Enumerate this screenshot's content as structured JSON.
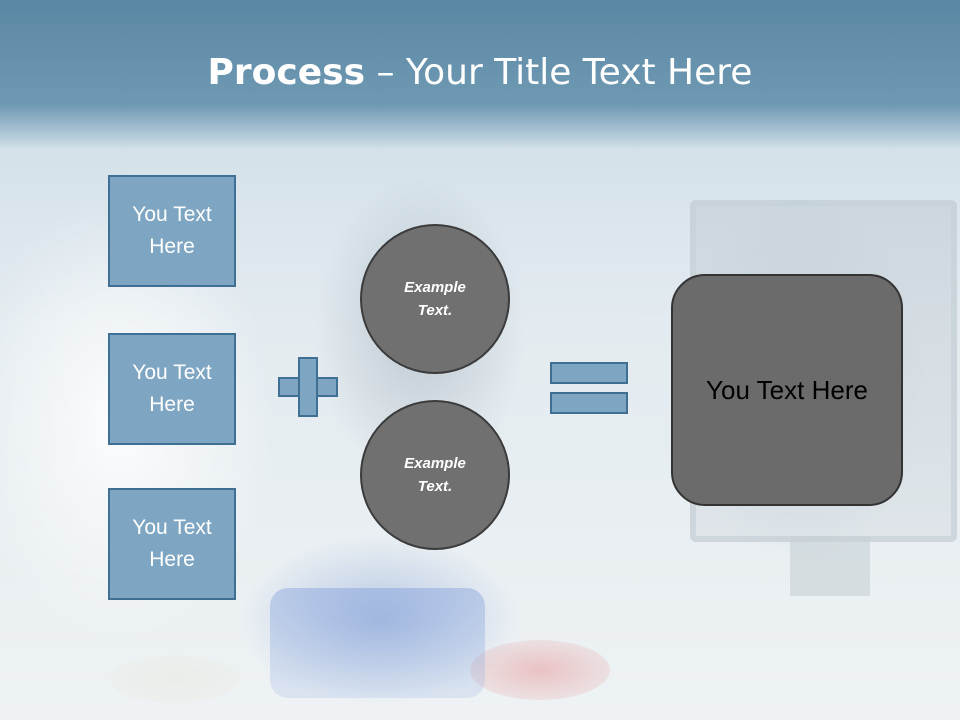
{
  "slide": {
    "title_bold": "Process",
    "title_rest": " – Your Title Text Here",
    "left_boxes": [
      {
        "text": "You Text Here"
      },
      {
        "text": "You Text Here"
      },
      {
        "text": "You Text Here"
      }
    ],
    "operator_plus": "plus-icon",
    "circles": [
      {
        "text": "Example Text."
      },
      {
        "text": "Example Text."
      }
    ],
    "operator_equals": "equals-icon",
    "result_box": {
      "text": "You Text Here"
    }
  },
  "colors": {
    "title_band": "#5a87a3",
    "box_fill": "#7ea6c2",
    "box_border": "#3f6f92",
    "circle_fill": "#707070",
    "result_fill": "#6b6b6b"
  }
}
